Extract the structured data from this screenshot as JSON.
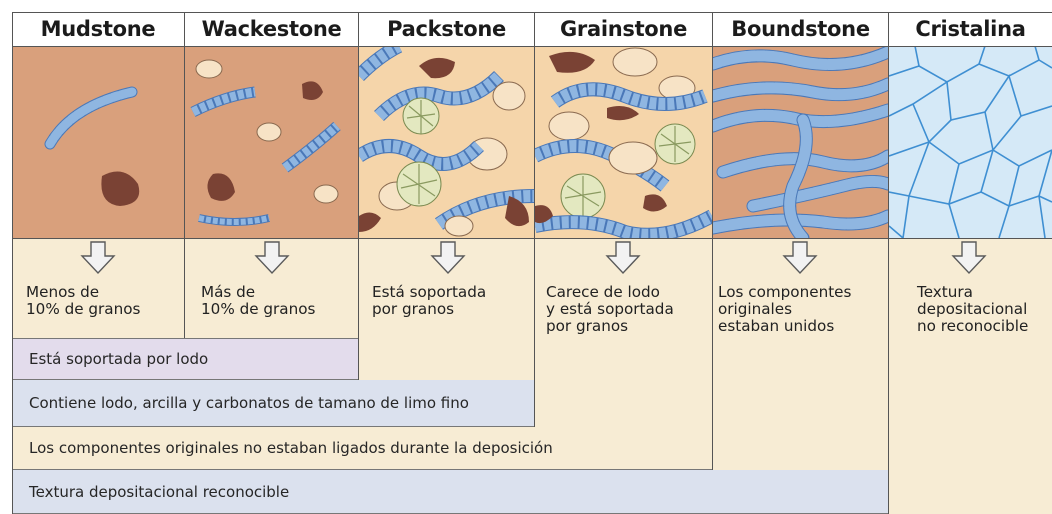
{
  "columns": [
    {
      "name": "Mudstone",
      "description": "Menos de\n10% de granos"
    },
    {
      "name": "Wackestone",
      "description": "Más de\n10% de granos"
    },
    {
      "name": "Packstone",
      "description": "Está soportada\npor granos"
    },
    {
      "name": "Grainstone",
      "description": "Carece de lodo\ny está soportada\npor granos"
    },
    {
      "name": "Boundstone",
      "description": "Los componentes\noriginales\nestaban unidos"
    },
    {
      "name": "Cristalina",
      "description": "Textura\ndepositacional\nno reconocible"
    }
  ],
  "bands": [
    "Está soportada por lodo",
    "Contiene lodo, arcilla y carbonatos de tamano de limo fino",
    "Los componentes originales no estaban ligados durante la deposición",
    "Textura depositacional reconocible"
  ],
  "colors": {
    "mud": "#d9a07c",
    "grain": "#f5d5aa",
    "cream": "#f7ecd4",
    "band_lilac": "#e3dcec",
    "band_blue": "#dbe1ee",
    "fossil_blue": "#8fb6e1",
    "crystal_bg": "#d5e9f7",
    "crystal_line": "#3f8fd2"
  }
}
